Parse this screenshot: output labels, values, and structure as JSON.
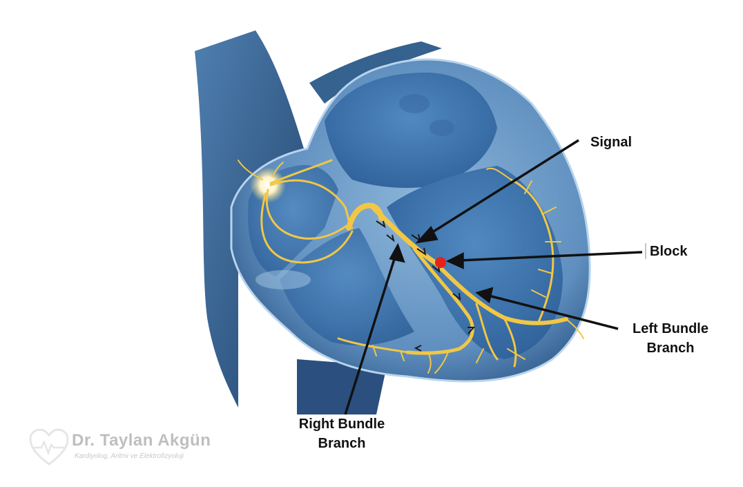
{
  "labels": {
    "signal": "Signal",
    "block": "Block",
    "left_bundle_line1": "Left Bundle",
    "left_bundle_line2": "Branch",
    "right_bundle_line1": "Right Bundle",
    "right_bundle_line2": "Branch"
  },
  "watermark": {
    "name": "Dr. Taylan Akgün",
    "subtitle": "Kardiyolog, Aritmi ve Elektrofizyoloji"
  },
  "colors": {
    "conduction": "#f2c744",
    "block_dot": "#e5231b",
    "heart_dark": "#2f5d8f",
    "heart_light": "#8fb7da",
    "chamber": "#3f78b0"
  },
  "icons": [
    "heart-pulse-icon"
  ]
}
